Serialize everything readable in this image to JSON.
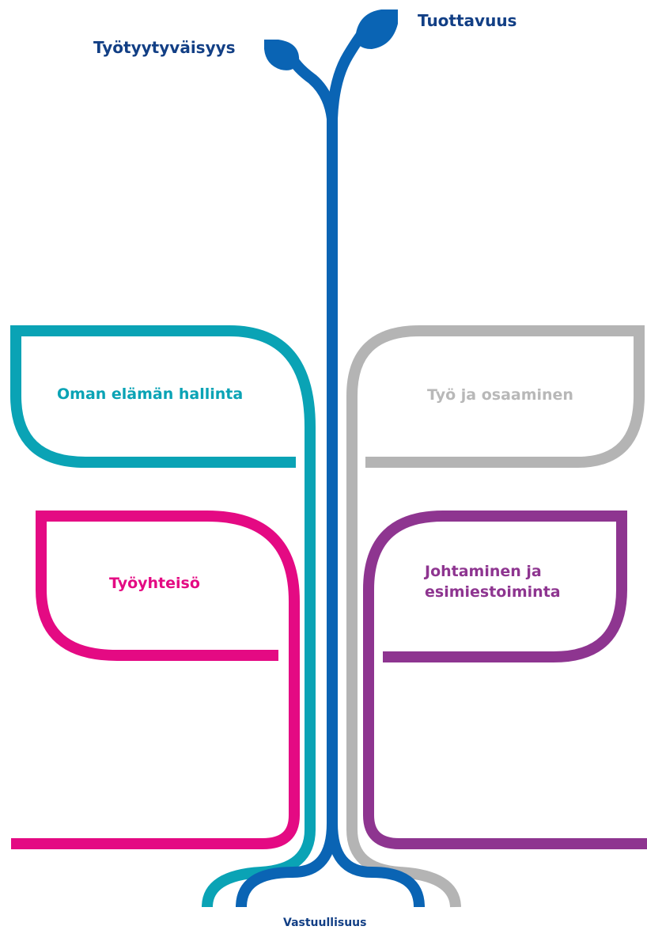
{
  "labels": {
    "tuottavuus": "Tuottavuus",
    "tyotyytyvaisyys": "Työtyytyväisyys",
    "oman_elaman_hallinta": "Oman elämän hallinta",
    "tyo_ja_osaaminen": "Työ ja osaaminen",
    "tyoyhteiso": "Työyhteisö",
    "johtaminen_line1": "Johtaminen ja",
    "johtaminen_line2": "esimiestoiminta",
    "vastuullisuus": "Vastuullisuus"
  },
  "colors": {
    "stem_blue": "#0a64b4",
    "label_blue": "#123f85",
    "teal": "#0aa3b5",
    "gray": "#b4b4b4",
    "gray_text": "#b8b8b8",
    "magenta": "#e40a83",
    "purple": "#8e3590"
  }
}
